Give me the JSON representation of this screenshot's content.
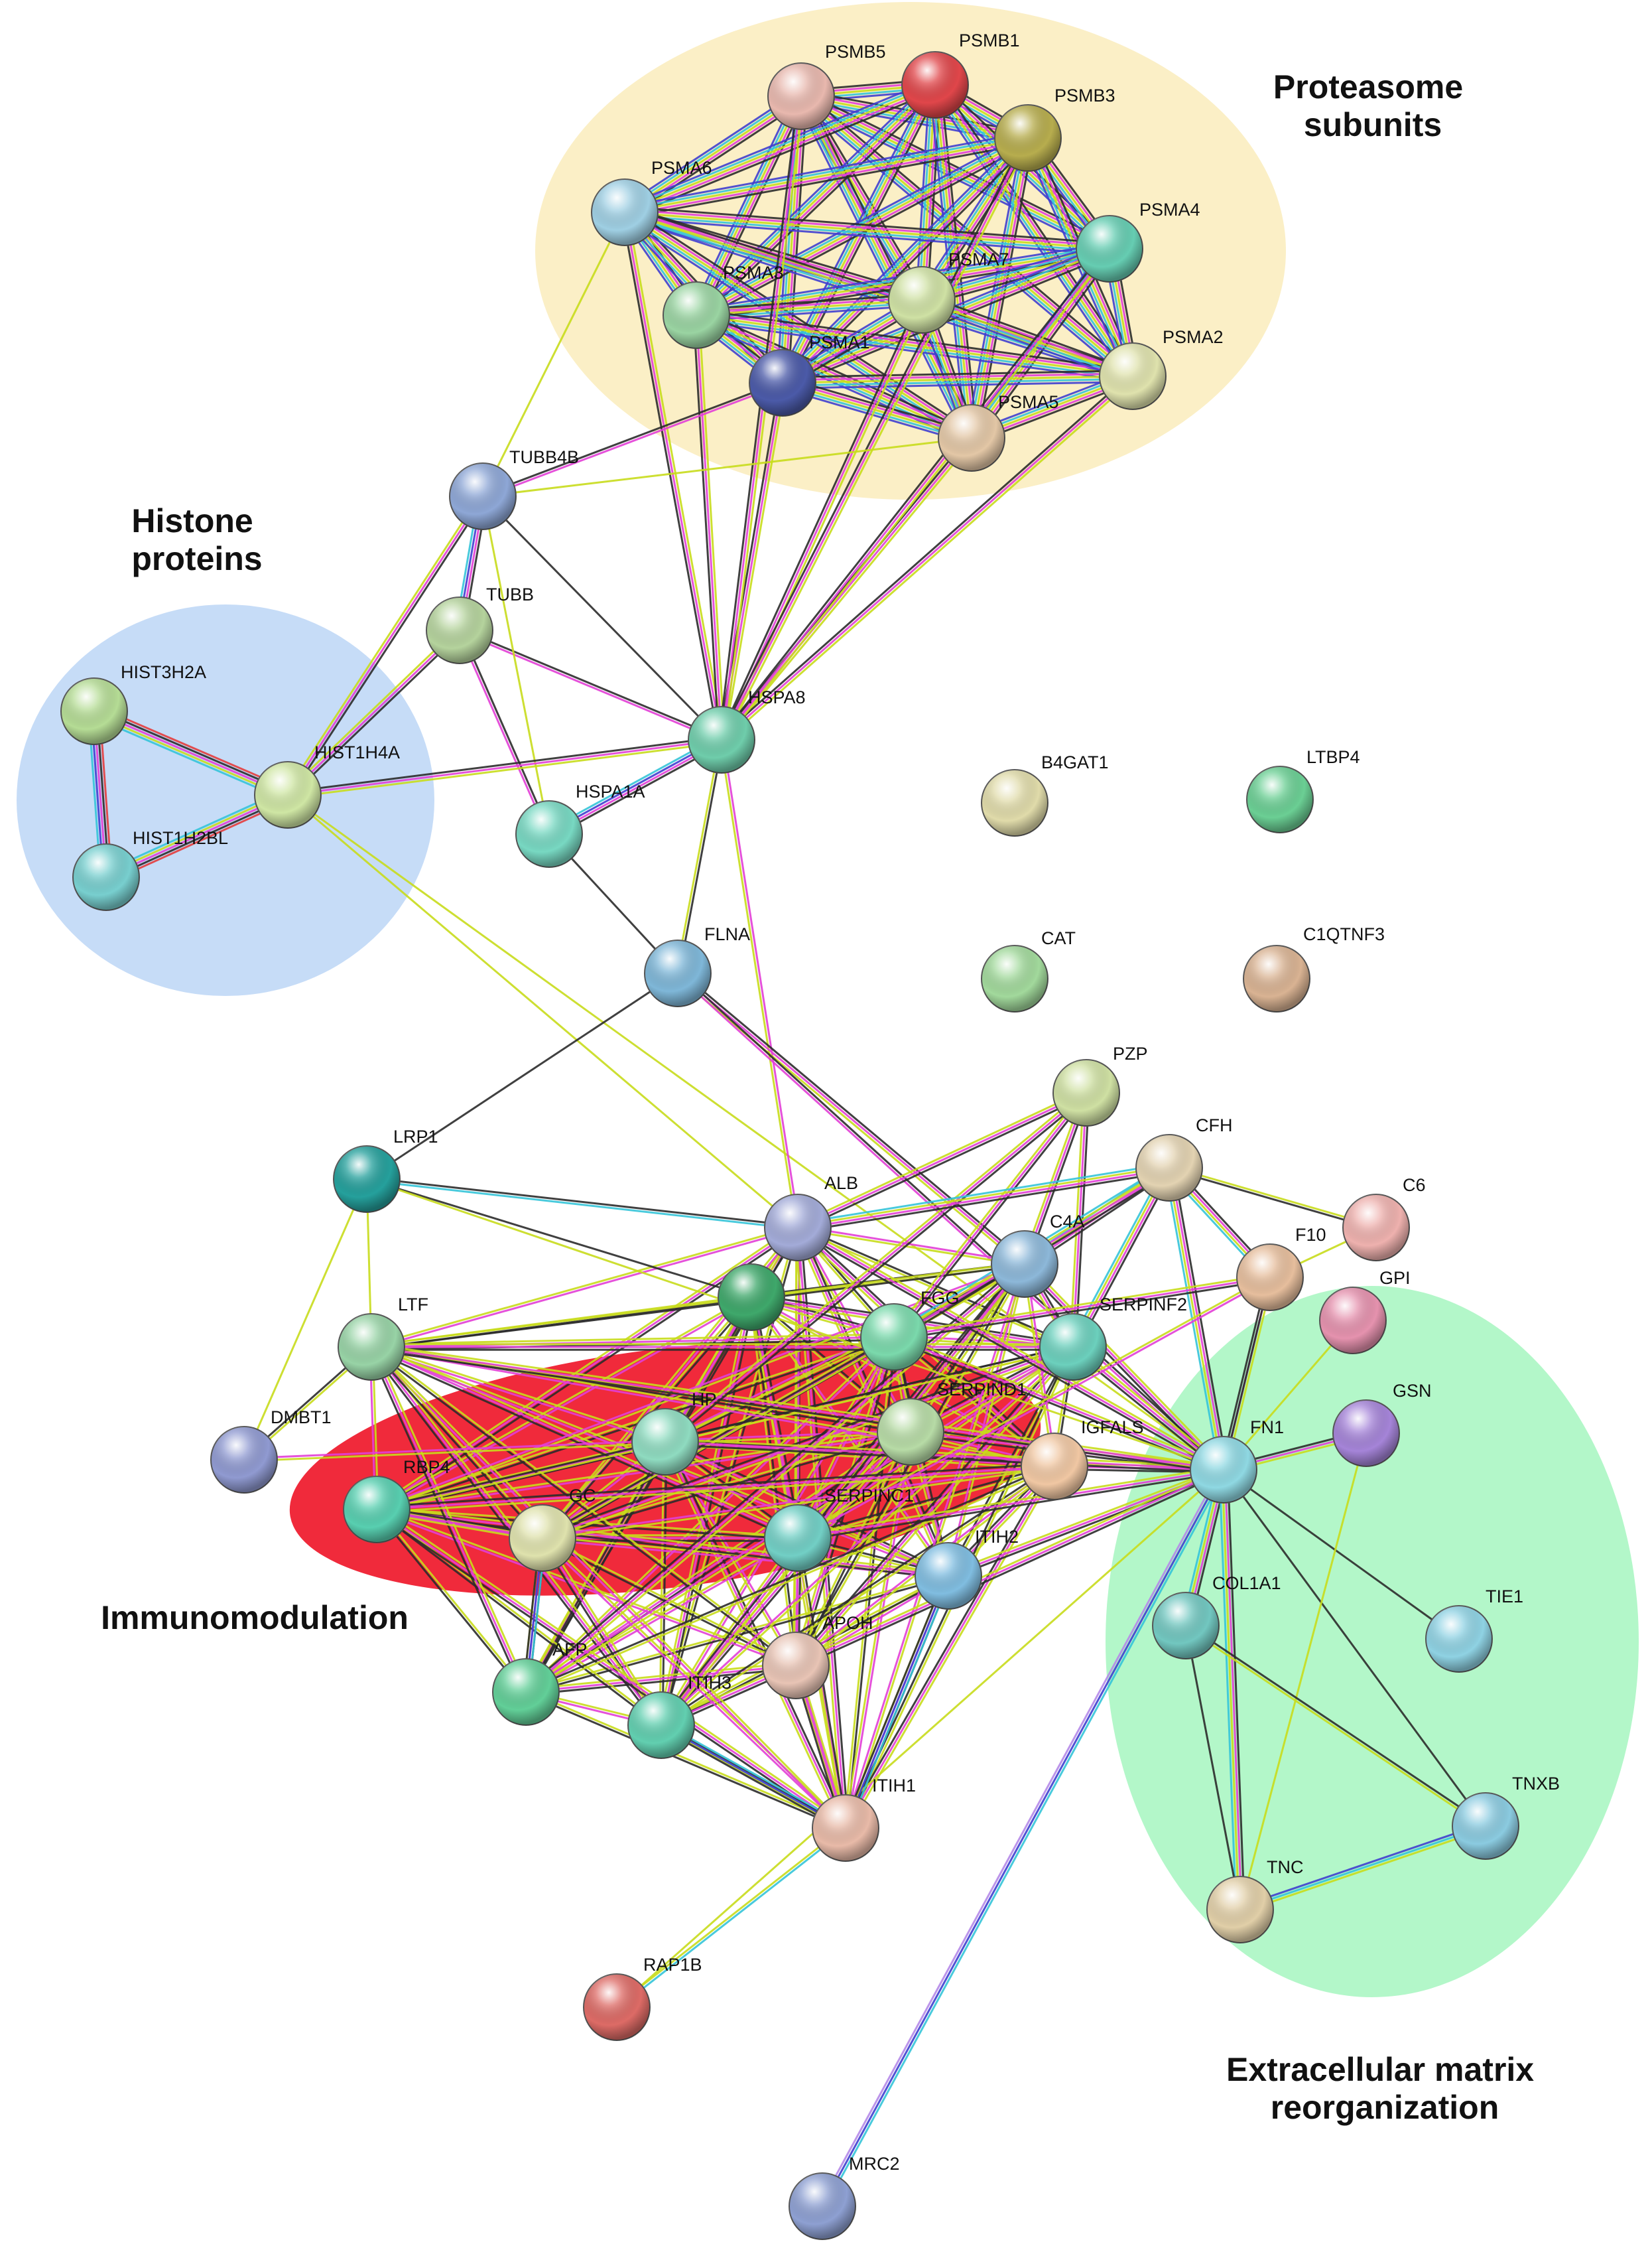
{
  "clusters": [
    {
      "id": "proteasome",
      "lines": [
        "Proteasome",
        "subunits"
      ],
      "color": "#fbefc6"
    },
    {
      "id": "histone",
      "lines": [
        "Histone",
        "proteins"
      ],
      "color": "#c6dcf7"
    },
    {
      "id": "immunomodulation",
      "lines": [
        "Immunomodulation"
      ],
      "color": "#f02a3b"
    },
    {
      "id": "ecm",
      "lines": [
        "Extracellular matrix",
        "reorganization"
      ],
      "color": "#b3f7c9"
    }
  ],
  "nodes": [
    {
      "id": "PSMB5",
      "color": "#e8b8ae"
    },
    {
      "id": "PSMB1",
      "color": "#e0464a"
    },
    {
      "id": "PSMB3",
      "color": "#b7ad4e"
    },
    {
      "id": "PSMA6",
      "color": "#9fcfe3"
    },
    {
      "id": "PSMA4",
      "color": "#66cdb2"
    },
    {
      "id": "PSMA3",
      "color": "#9ad4a2"
    },
    {
      "id": "PSMA7",
      "color": "#cfe1a4"
    },
    {
      "id": "PSMA1",
      "color": "#4b5aa8"
    },
    {
      "id": "PSMA2",
      "color": "#dfe2ad"
    },
    {
      "id": "PSMA5",
      "color": "#e3c7a6"
    },
    {
      "id": "TUBB4B",
      "color": "#8ea7d6"
    },
    {
      "id": "TUBB",
      "color": "#b5d39d"
    },
    {
      "id": "HSPA8",
      "color": "#6fcdab"
    },
    {
      "id": "HIST3H2A",
      "color": "#b5dc95"
    },
    {
      "id": "HIST1H4A",
      "color": "#cfe6a4"
    },
    {
      "id": "HIST1H2BL",
      "color": "#78cfcf"
    },
    {
      "id": "HSPA1A",
      "color": "#78d8c2"
    },
    {
      "id": "FLNA",
      "color": "#7fb7d8"
    },
    {
      "id": "B4GAT1",
      "color": "#e0dbaa"
    },
    {
      "id": "LTBP4",
      "color": "#6bcf94"
    },
    {
      "id": "CAT",
      "color": "#a2d99c"
    },
    {
      "id": "C1QTNF3",
      "color": "#d9b393"
    },
    {
      "id": "PZP",
      "color": "#cfe0a3"
    },
    {
      "id": "CFH",
      "color": "#e3d3b2"
    },
    {
      "id": "LRP1",
      "color": "#25a09c"
    },
    {
      "id": "ALB",
      "color": "#a3abd8"
    },
    {
      "id": "C6",
      "color": "#eeb1ae"
    },
    {
      "id": "C4A",
      "color": "#8db8d9"
    },
    {
      "id": "F10",
      "color": "#e6be9d"
    },
    {
      "id": "GPI",
      "color": "#e592ae"
    },
    {
      "id": "LTF",
      "color": "#98d3a6"
    },
    {
      "id": "FGG",
      "color": "#7bd9ac"
    },
    {
      "id": "SERPINF2",
      "color": "#6cd0bd"
    },
    {
      "id": "GSN",
      "color": "#a584d8"
    },
    {
      "id": "DMBT1",
      "color": "#909ad1"
    },
    {
      "id": "HP",
      "color": "#8fdbc0"
    },
    {
      "id": "SERPIND1",
      "color": "#b7dba6"
    },
    {
      "id": "IGFALS",
      "color": "#f0c7a3"
    },
    {
      "id": "FN1",
      "color": "#8fd8e2"
    },
    {
      "id": "RBP4",
      "color": "#58cfb0"
    },
    {
      "id": "GC",
      "color": "#dfe2ad"
    },
    {
      "id": "SERPINC1",
      "color": "#72cfc5"
    },
    {
      "id": "ITIH2",
      "color": "#80bde0"
    },
    {
      "id": "COL1A1",
      "color": "#72c7c0"
    },
    {
      "id": "TIE1",
      "color": "#8fd2e3"
    },
    {
      "id": "APOH",
      "color": "#e8c4b5"
    },
    {
      "id": "AFP",
      "color": "#62cf98"
    },
    {
      "id": "ITIH3",
      "color": "#62cfb0"
    },
    {
      "id": "ITIH1",
      "color": "#e8baa8"
    },
    {
      "id": "TNXB",
      "color": "#8bcbe0"
    },
    {
      "id": "TNC",
      "color": "#e1cfa8"
    },
    {
      "id": "RAP1B",
      "color": "#dd6b66"
    },
    {
      "id": "MRC2",
      "color": "#8ea0d2"
    },
    {
      "id": "",
      "color": "#3fa86b"
    }
  ]
}
